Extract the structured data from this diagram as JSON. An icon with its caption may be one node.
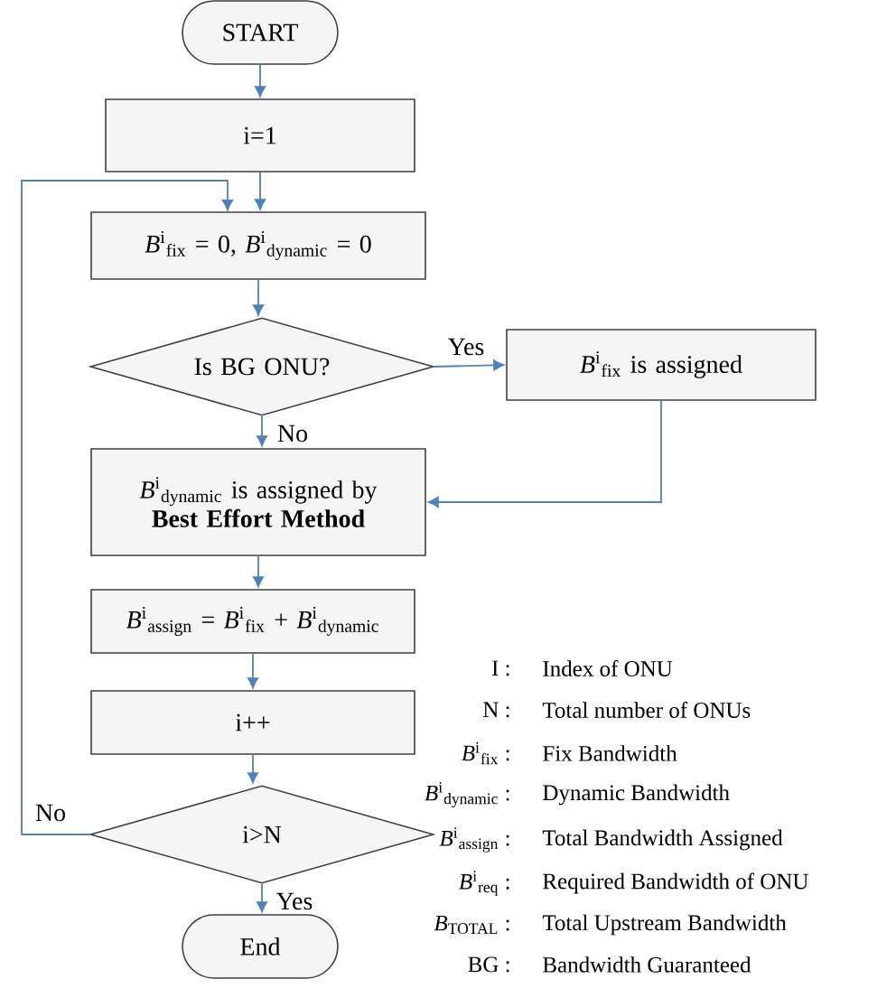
{
  "diagram": {
    "nodes": [
      {
        "text": [
          "START"
        ]
      },
      {
        "text": [
          "i=1"
        ]
      },
      {
        "text": [
          "*B*$^{i}$$_{fix}$ = 0, *B*$^{i}$$_{dynamic}$ = 0"
        ]
      },
      {
        "text": [
          "Is BG ONU?"
        ]
      },
      {
        "text": [
          "*B*$^{i}$$_{fix}$ is assigned"
        ]
      },
      {
        "text": [
          "*B*$^{i}$$_{dynamic}$ is assigned by **Best Effort Method**"
        ]
      },
      {
        "text": [
          "*B*$^{i}$$_{assign}$ = *B*$^{i}$$_{fix}$ + *B*$^{i}$$_{dynamic}$"
        ]
      },
      {
        "text": [
          "i++"
        ]
      },
      {
        "text": [
          "i>N"
        ]
      },
      {
        "text": [
          "End"
        ]
      }
    ],
    "edges": [
      {
        "from": 0,
        "to": 1,
        "arrow": "to"
      },
      {
        "from": 1,
        "to": 2,
        "arrow": "to"
      },
      {
        "from": 2,
        "to": 3,
        "arrow": "to"
      },
      {
        "from": 3,
        "to": 4,
        "arrow": "to",
        "label": "Yes"
      },
      {
        "from": 3,
        "to": 5,
        "arrow": "to",
        "label": "No"
      },
      {
        "from": 4,
        "to": 5,
        "arrow": "to"
      },
      {
        "from": 5,
        "to": 6,
        "arrow": "to"
      },
      {
        "from": 6,
        "to": 7,
        "arrow": "to"
      },
      {
        "from": 7,
        "to": 8,
        "arrow": "to"
      },
      {
        "from": 8,
        "to": 2,
        "arrow": "to",
        "label": "No"
      },
      {
        "from": 8,
        "to": 9,
        "arrow": "to",
        "label": "Yes"
      }
    ],
    "labels": [
      "I :",
      "Index of ONU",
      "N :",
      "Total number of ONUs",
      "*B*$^{i}$$_{fix}$ :",
      "Fix Bandwidth",
      "*B*$^{i}$$_{dynamic}$ :",
      "Dynamic Bandwidth",
      "*B*$^{i}$$_{assign}$ :",
      "Total Bandwidth Assigned",
      "*B*$^{i}$$_{req}$ :",
      "Required Bandwidth of ONU",
      "*B*$_{TOTAL}$ :",
      "Total Upstream Bandwidth",
      "BG :",
      "Bandwidth Guaranteed"
    ]
  }
}
